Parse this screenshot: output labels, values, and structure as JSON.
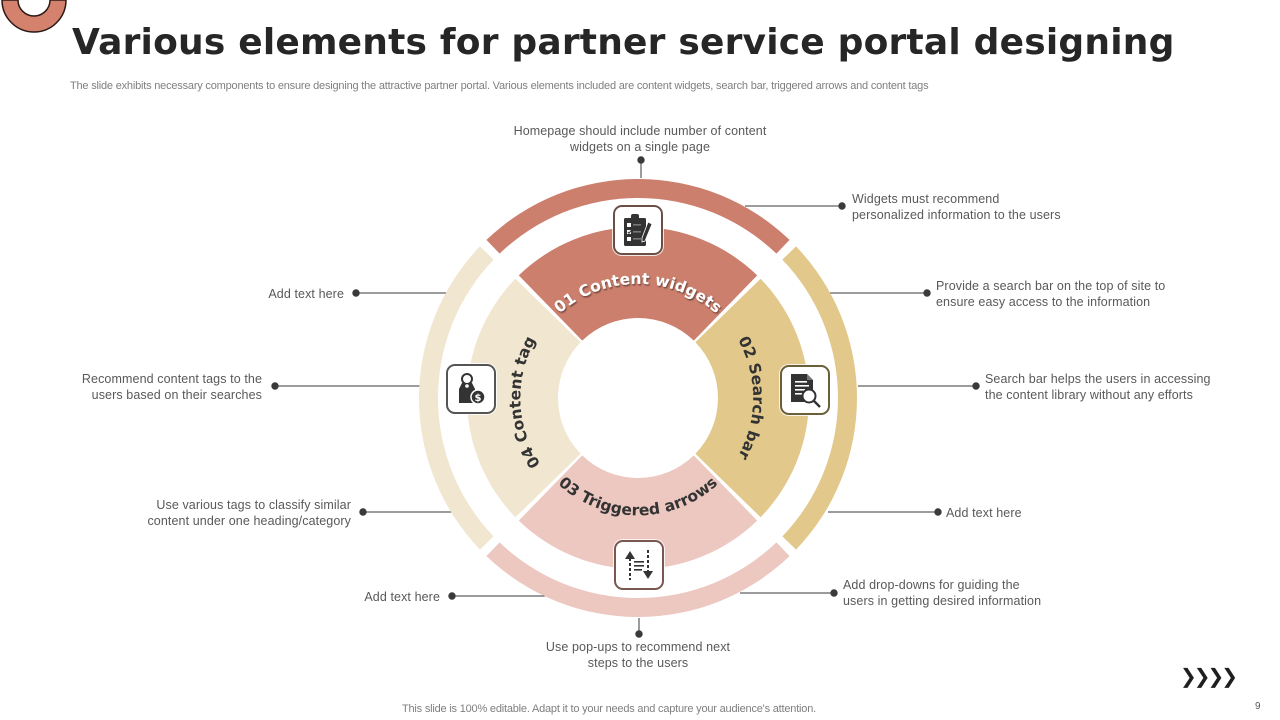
{
  "slide": {
    "title": "Various elements for partner service portal designing",
    "subtitle": "The slide exhibits necessary components to ensure designing the attractive partner portal. Various elements included are content widgets, search bar, triggered arrows and content tags",
    "footer": "This slide is 100% editable. Adapt it to your needs and capture your audience's attention.",
    "page_number": "9",
    "next_icon": "chevrons-right-icon",
    "next_glyph": "❯❯❯❯"
  },
  "colors": {
    "widgets": "#cc7f6d",
    "search": "#e3c88c",
    "arrows": "#ecc8c0",
    "tags": "#f1e6cf",
    "text_dark": "#262626",
    "text_note": "#595959",
    "connector": "#3a3a3a"
  },
  "segments": [
    {
      "id": "widgets",
      "label": "01 Content widgets",
      "icon": "clipboard-checklist-icon",
      "text_color": "#ffffff"
    },
    {
      "id": "search",
      "label": "02 Search bar",
      "icon": "document-search-icon",
      "text_color": "#333333"
    },
    {
      "id": "arrows",
      "label": "03 Triggered arrows",
      "icon": "sort-arrows-icon",
      "text_color": "#333333"
    },
    {
      "id": "tags",
      "label": "04 Content tags",
      "icon": "price-tag-dollar-icon",
      "text_color": "#333333"
    }
  ],
  "notes": {
    "top": "Homepage should include number of content\nwidgets on a single page",
    "top_right": "Widgets must recommend\npersonalized information to the users",
    "right_1": "Provide  a search bar on the top of site to\nensure easy access to the information",
    "right_2": "Search bar helps the users in accessing\nthe content library without any efforts",
    "right_3": "Add text here",
    "bottom_right": "Add drop-downs  for guiding the\nusers in getting desired information",
    "bottom": "Use pop-ups  to recommend next\nsteps to the users",
    "bottom_left": "Add text here",
    "left_3": "Use various  tags to classify similar\ncontent under one heading/category",
    "left_2": "Recommend  content tags to the\nusers based on their searches",
    "left_1": "Add text here"
  }
}
